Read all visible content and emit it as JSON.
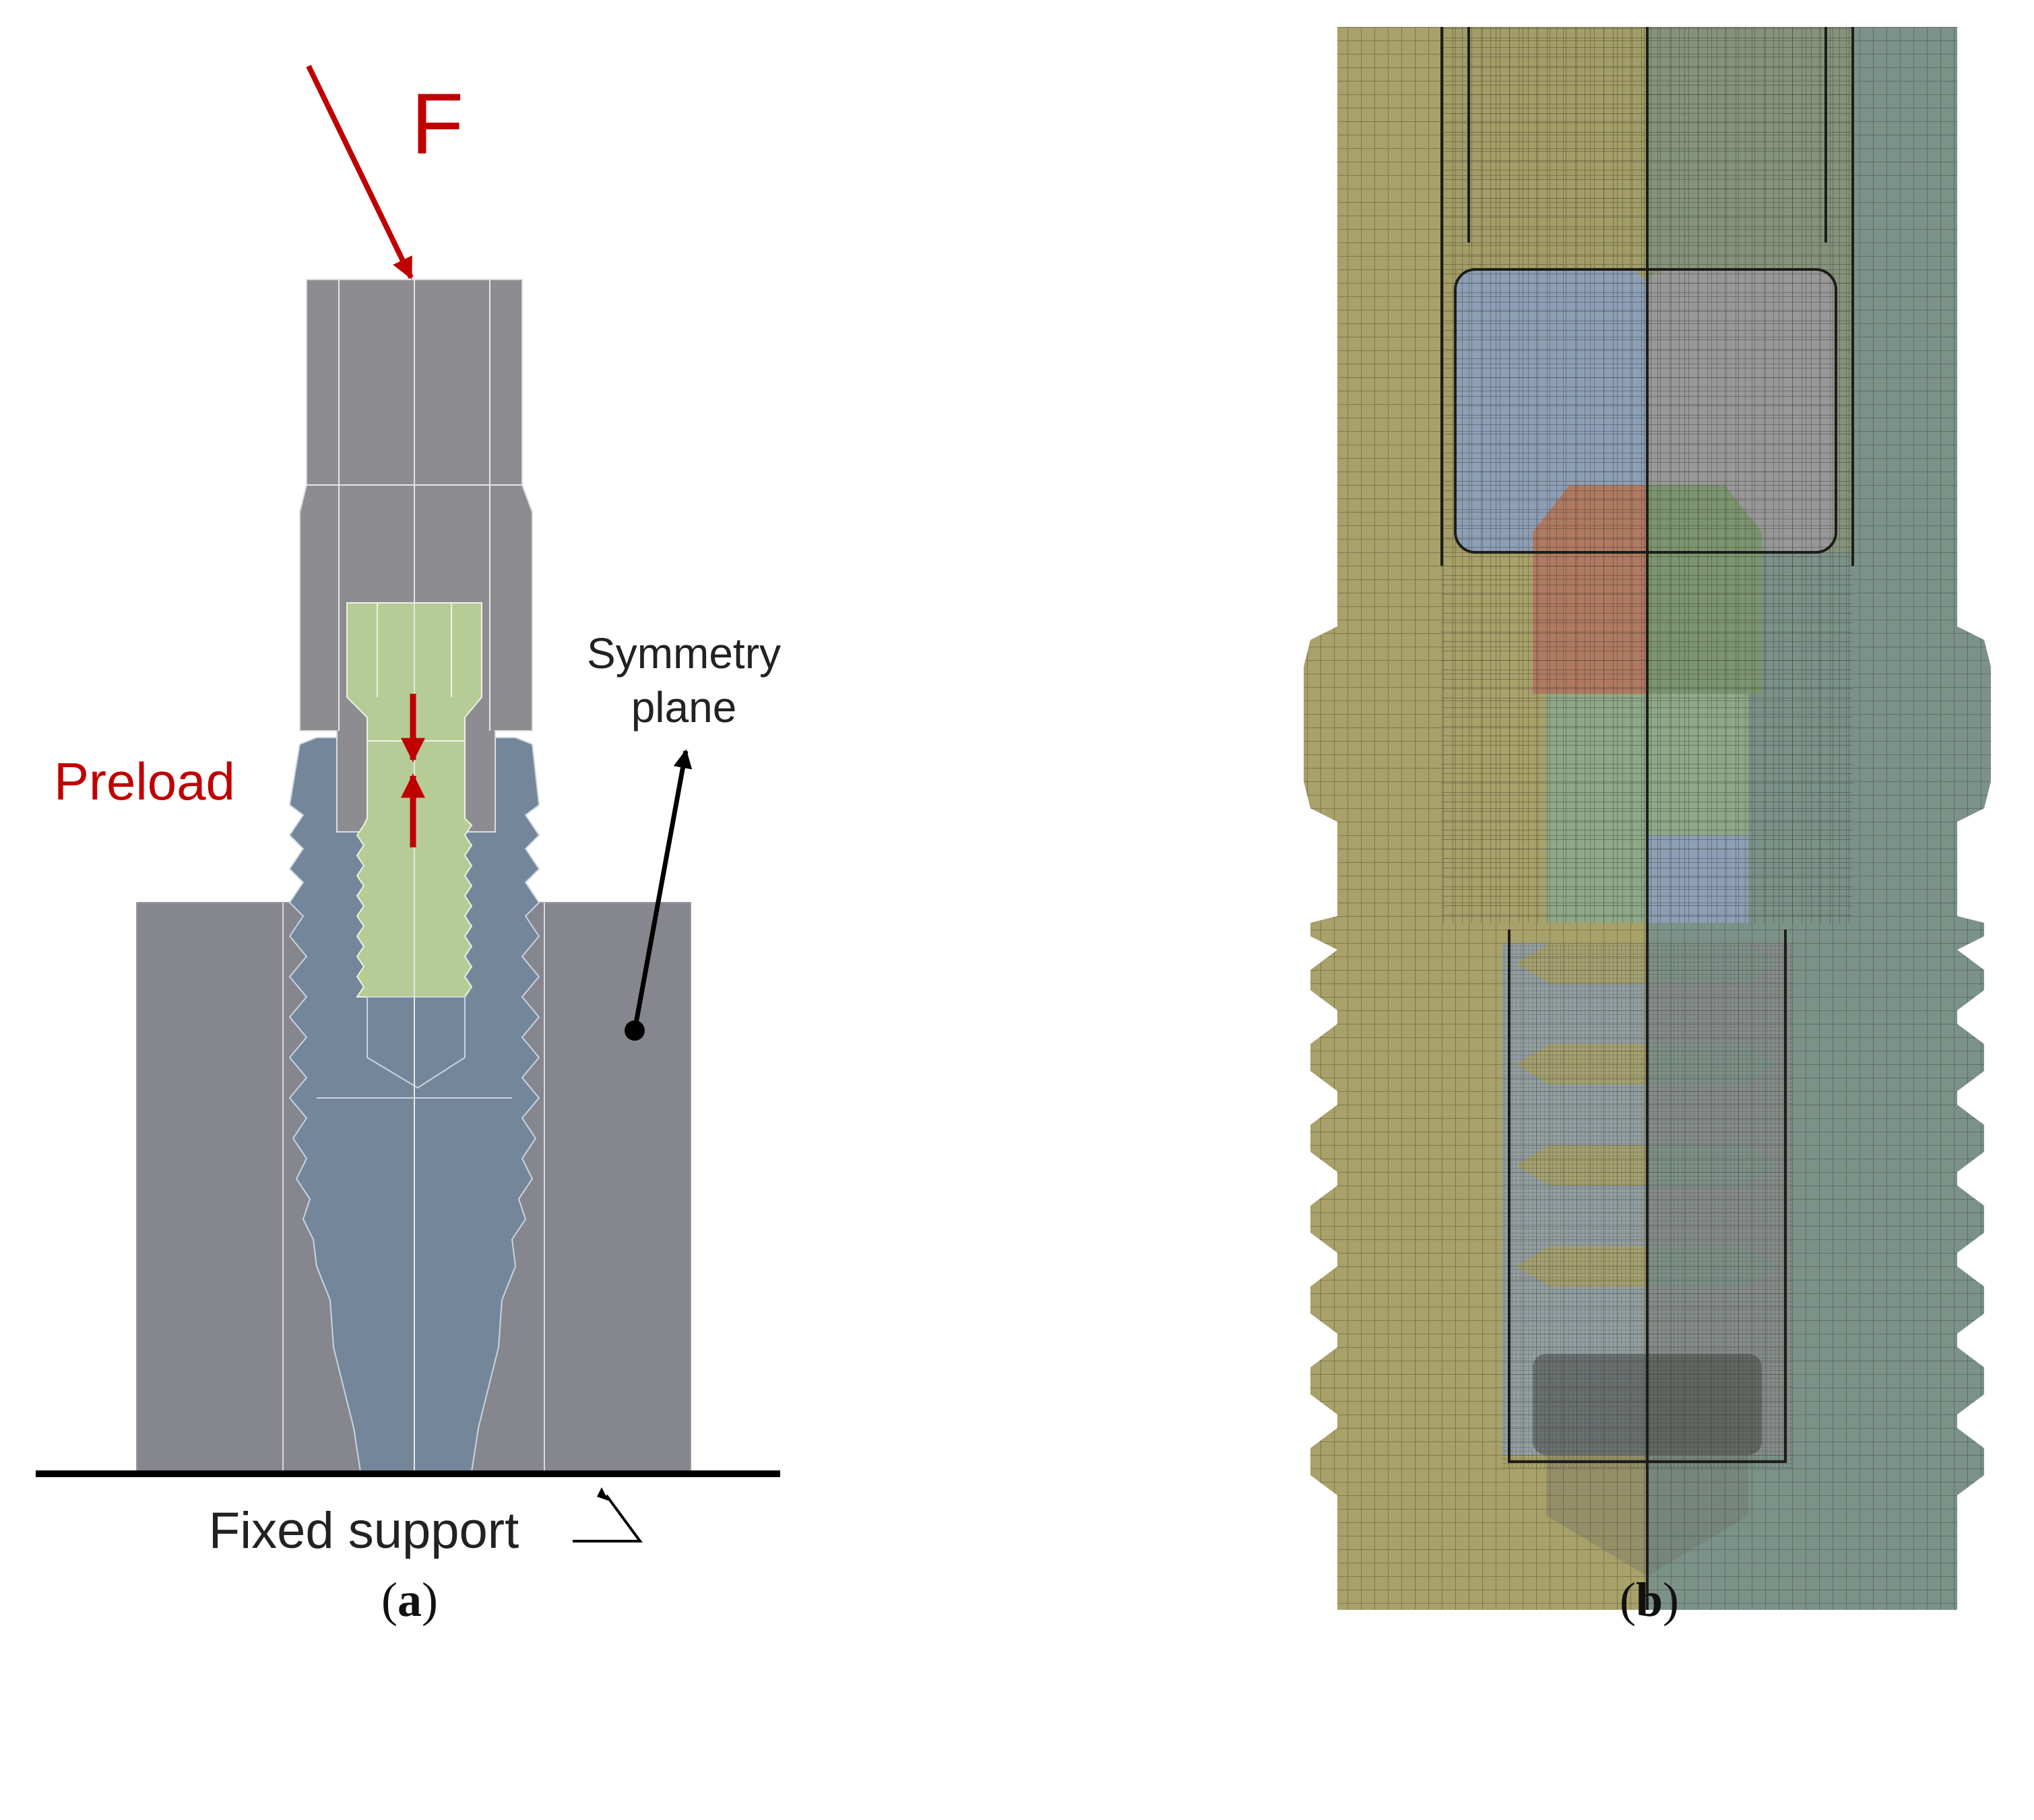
{
  "panel_a": {
    "labels": {
      "force": "F",
      "preload": "Preload",
      "symmetry_line1": "Symmetry",
      "symmetry_line2": "plane",
      "fixed_support": "Fixed support"
    },
    "caption_open": "(",
    "caption_letter": "a",
    "caption_close": ")",
    "colors": {
      "abutment": "#8c8c91",
      "bone_block": "#86868e",
      "implant": "#74869a",
      "screw": "#b6cc96",
      "load_arrow": "#c00000",
      "outline": "#e6e6e6"
    }
  },
  "panel_b": {
    "caption_open": "(",
    "caption_letter": "b",
    "caption_close": ")",
    "colors": {
      "left_half": "#a8a169",
      "right_half": "#7b9289",
      "screw_head_left": "#8d9fb5",
      "screw_head_right": "#989898",
      "screw_neck_left": "#b07a62",
      "screw_neck_right": "#7c9570",
      "screw_shaft": "#8fa888",
      "mesh_line": "#2b2b22"
    }
  }
}
